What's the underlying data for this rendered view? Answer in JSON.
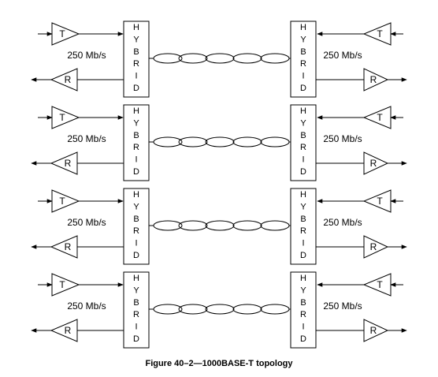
{
  "figure": {
    "caption": "Figure 40–2—1000BASE-T topology"
  },
  "diagram": {
    "hybrid_letters": [
      "H",
      "Y",
      "B",
      "R",
      "I",
      "D"
    ],
    "transmitter_label": "T",
    "receiver_label": "R",
    "channels": [
      {
        "left_rate": "250 Mb/s",
        "right_rate": "250 Mb/s"
      },
      {
        "left_rate": "250 Mb/s",
        "right_rate": "250 Mb/s"
      },
      {
        "left_rate": "250 Mb/s",
        "right_rate": "250 Mb/s"
      },
      {
        "left_rate": "250 Mb/s",
        "right_rate": "250 Mb/s"
      }
    ],
    "colors": {
      "line": "#000000",
      "background": "#ffffff"
    }
  }
}
